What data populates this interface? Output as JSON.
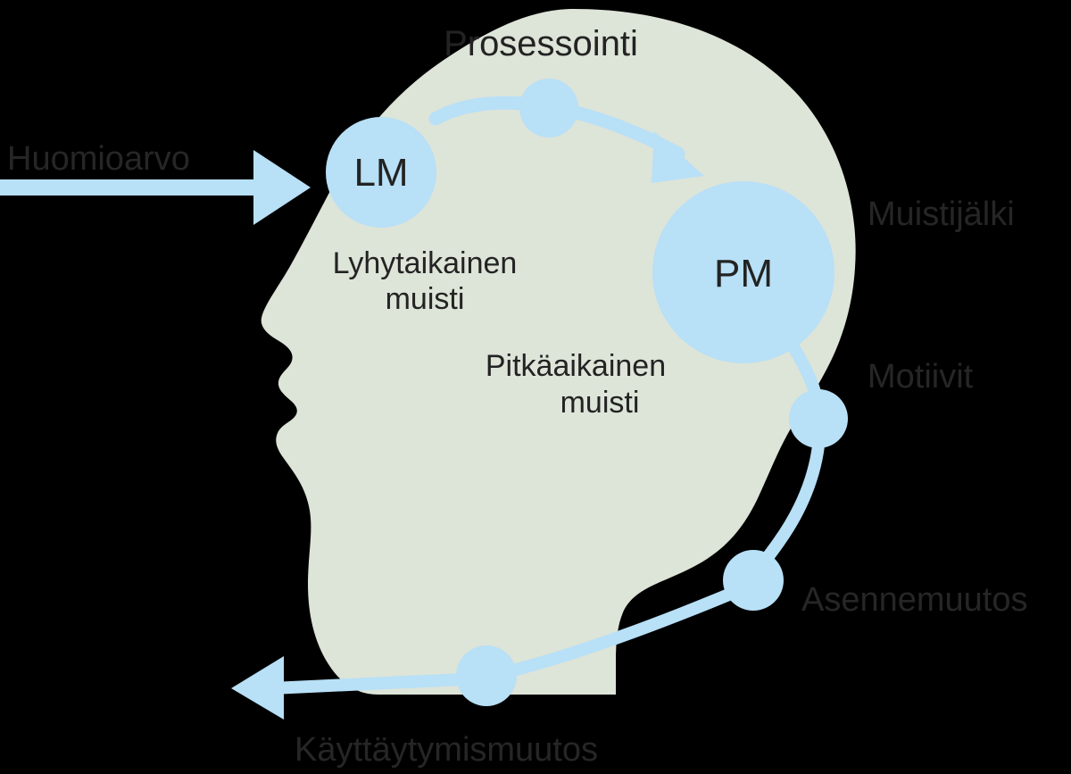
{
  "diagram": {
    "title": "Prosessointi",
    "colors": {
      "background": "#000000",
      "head_fill": "#dde4d8",
      "node_fill": "#b8e0f7",
      "arrow_fill": "#b8e0f7",
      "text_dark": "#232323",
      "text_outer": "#262626"
    },
    "inputs": [
      {
        "id": "huomioarvo",
        "label": "Huomioarvo"
      }
    ],
    "outputs": [
      {
        "id": "kayttaytymismuutos",
        "label": "Käyttäytymismuutos"
      }
    ],
    "memory_nodes": [
      {
        "id": "lm",
        "abbr": "LM",
        "caption_line1": "Lyhytaikainen",
        "caption_line2": "muisti"
      },
      {
        "id": "pm",
        "abbr": "PM",
        "caption_line1": "Pitkäaikainen",
        "caption_line2": "muisti"
      }
    ],
    "chain_labels": [
      {
        "id": "muistijalki",
        "label": "Muistijälki"
      },
      {
        "id": "motiivit",
        "label": "Motiivit"
      },
      {
        "id": "asennemuutos",
        "label": "Asennemuutos"
      }
    ],
    "process_node": {
      "id": "prosessointi-node",
      "label": "Prosessointi"
    }
  }
}
